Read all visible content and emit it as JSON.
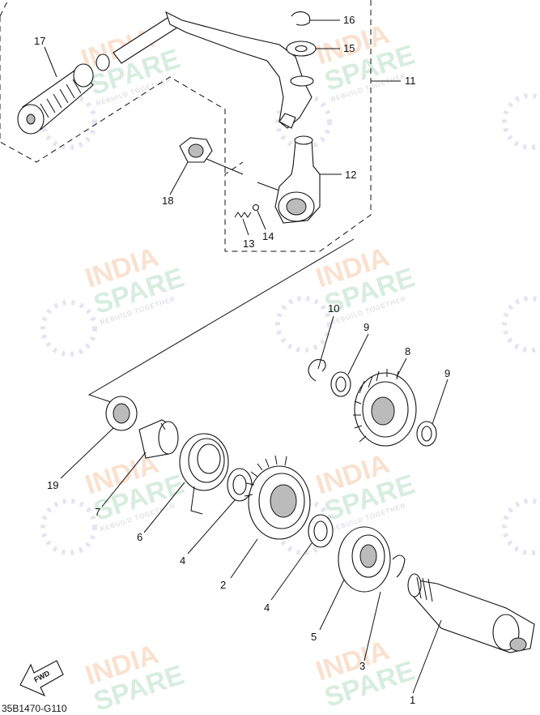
{
  "diagram": {
    "code": "35B1470-G110",
    "fwd_label": "FWD",
    "watermark": {
      "line1": "INDIA",
      "line2": "SPARE",
      "line3": "REBUILD TOGETHER"
    },
    "parts": [
      {
        "id": "1",
        "label": "1"
      },
      {
        "id": "2",
        "label": "2"
      },
      {
        "id": "3",
        "label": "3"
      },
      {
        "id": "4a",
        "label": "4"
      },
      {
        "id": "4b",
        "label": "4"
      },
      {
        "id": "5",
        "label": "5"
      },
      {
        "id": "6",
        "label": "6"
      },
      {
        "id": "7",
        "label": "7"
      },
      {
        "id": "8",
        "label": "8"
      },
      {
        "id": "9a",
        "label": "9"
      },
      {
        "id": "9b",
        "label": "9"
      },
      {
        "id": "10",
        "label": "10"
      },
      {
        "id": "11",
        "label": "11"
      },
      {
        "id": "12",
        "label": "12"
      },
      {
        "id": "13",
        "label": "13"
      },
      {
        "id": "14",
        "label": "14"
      },
      {
        "id": "15",
        "label": "15"
      },
      {
        "id": "16",
        "label": "16"
      },
      {
        "id": "17",
        "label": "17"
      },
      {
        "id": "18",
        "label": "18"
      },
      {
        "id": "19",
        "label": "19"
      }
    ]
  }
}
